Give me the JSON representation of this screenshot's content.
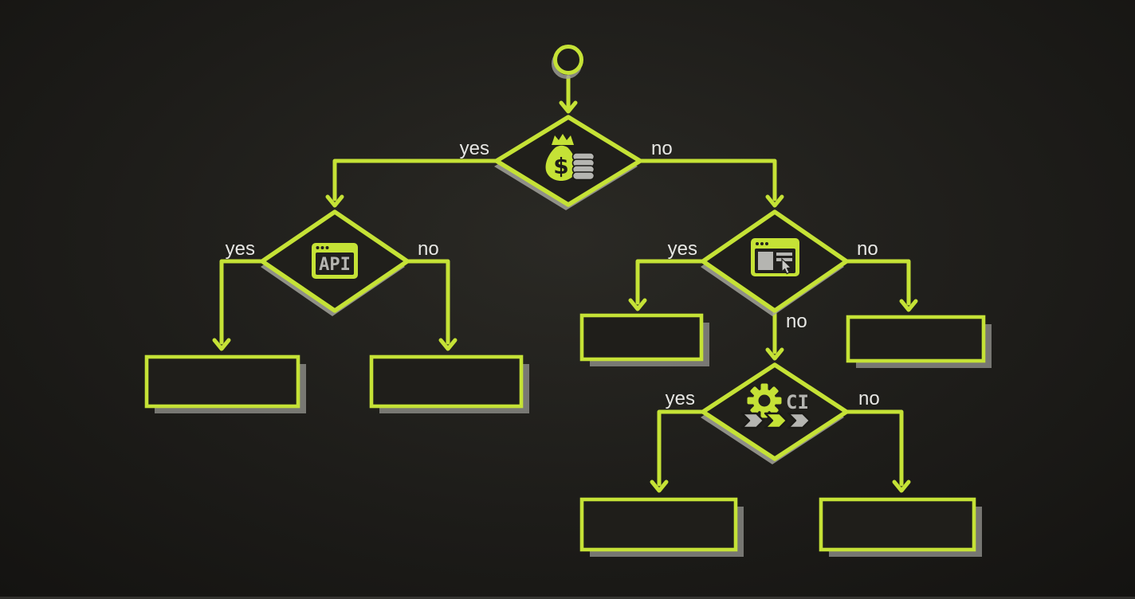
{
  "diagram": {
    "kind": "decision-flowchart",
    "theme": {
      "background": "#1b1a17",
      "accent": "#c5e236",
      "diamond_shadow": "#a2a29b",
      "box_shadow": "#8f8f89",
      "node_fill": "#201f1b",
      "label_color": "#e7e7e4",
      "icon_gray": "#b5b5b1",
      "icon_dark": "#21201d"
    },
    "start_node": {
      "icon": "start-circle-icon"
    },
    "decisions": {
      "cost": {
        "icon": "money-bag-icon",
        "symbol": "$",
        "yes": "yes",
        "no": "no"
      },
      "api": {
        "icon": "api-window-icon",
        "label": "API",
        "yes": "yes",
        "no": "no"
      },
      "browser": {
        "icon": "browser-window-icon",
        "yes": "yes",
        "no": "no",
        "down": "no"
      },
      "ci": {
        "icon": "ci-gear-pipeline-icon",
        "label": "CI",
        "yes": "yes",
        "no": "no"
      }
    },
    "outcome_boxes": [
      {
        "id": "api-yes-outcome",
        "text": ""
      },
      {
        "id": "api-no-outcome",
        "text": ""
      },
      {
        "id": "browser-yes-outcome",
        "text": ""
      },
      {
        "id": "browser-no-outcome",
        "text": ""
      },
      {
        "id": "ci-yes-outcome",
        "text": ""
      },
      {
        "id": "ci-no-outcome",
        "text": ""
      }
    ]
  }
}
